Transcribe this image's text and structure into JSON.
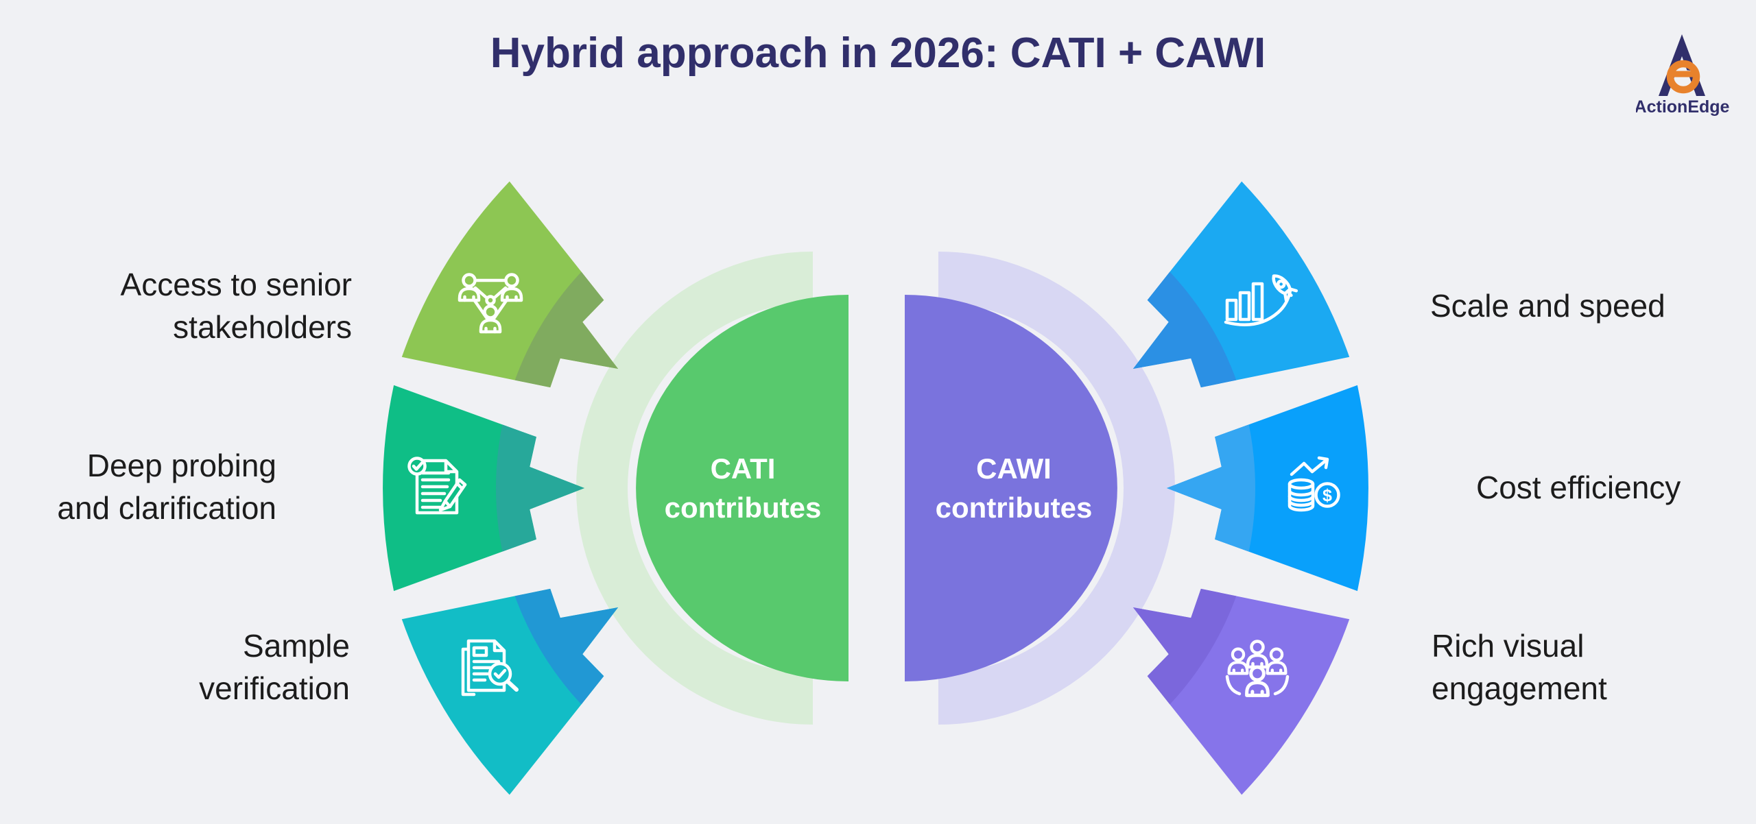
{
  "page": {
    "title": "Hybrid approach in 2026: CATI + CAWI",
    "background_color": "#f0f1f4",
    "title_color": "#312f6b"
  },
  "brand": {
    "name": "ActionEdge",
    "navy": "#312f6b",
    "orange": "#e8822c"
  },
  "center": {
    "left": {
      "label": "CATI contributes",
      "lines": [
        "CATI",
        "contributes"
      ],
      "semicircle_color": "#58c96d",
      "ring_color": "#d9edd7"
    },
    "right": {
      "label": "CAWI contributes",
      "lines": [
        "CAWI",
        "contributes"
      ],
      "semicircle_color": "#7a73dd",
      "ring_color": "#d8d7f3"
    }
  },
  "benefits": {
    "left": [
      {
        "label": "Access to senior stakeholders",
        "lines": [
          "Access to senior",
          "stakeholders"
        ],
        "icon": "network-stakeholders-icon",
        "color": "#8dc653",
        "accent": "#80ab5f"
      },
      {
        "label": "Deep probing and clarification",
        "lines": [
          "Deep probing",
          "and clarification"
        ],
        "icon": "document-edit-check-icon",
        "color": "#0fbe86",
        "accent": "#27a89a"
      },
      {
        "label": "Sample verification",
        "lines": [
          "Sample",
          "verification"
        ],
        "icon": "document-search-icon",
        "color": "#12bdc6",
        "accent": "#2198d4"
      }
    ],
    "right": [
      {
        "label": "Scale and speed",
        "lines": [
          "Scale and speed"
        ],
        "icon": "growth-rocket-icon",
        "color": "#1ba9f2",
        "accent": "#2b90e4"
      },
      {
        "label": "Cost efficiency",
        "lines": [
          "Cost efficiency"
        ],
        "icon": "coins-dollar-icon",
        "color": "#09a0fb",
        "accent": "#35a6f2"
      },
      {
        "label": "Rich visual engagement",
        "lines": [
          "Rich visual",
          "engagement"
        ],
        "icon": "audience-group-icon",
        "color": "#8674ea",
        "accent": "#7b67dc"
      }
    ]
  },
  "icons": {
    "dollar_symbol": "$"
  },
  "text_color": "#1c1c1c"
}
